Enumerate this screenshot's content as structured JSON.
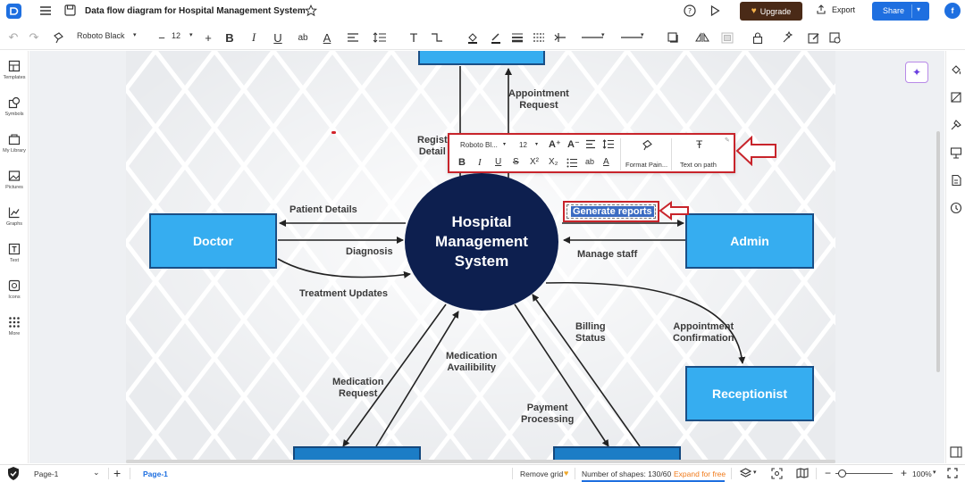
{
  "header": {
    "doc_title": "Data flow diagram for Hospital Management System",
    "upgrade_label": "Upgrade",
    "export_label": "Export",
    "share_label": "Share",
    "avatar_letter": "f"
  },
  "toolbar": {
    "font_name": "Roboto Black",
    "font_size": "12",
    "strike_label": "ab"
  },
  "left_rail": {
    "items": [
      "Templates",
      "Symbols",
      "My Library",
      "Pictures",
      "Graphs",
      "Text",
      "Icons",
      "More"
    ]
  },
  "diagram": {
    "center": {
      "line1": "Hospital",
      "line2": "Management",
      "line3": "System"
    },
    "nodes": {
      "doctor": "Doctor",
      "admin": "Admin",
      "receptionist": "Receptionist"
    },
    "flows": {
      "appointment_request_1": "Appointment",
      "appointment_request_2": "Request",
      "registration_1": "Regist",
      "registration_2": "Detail",
      "patient_details": "Patient Details",
      "diagnosis": "Diagnosis",
      "treatment_updates": "Treatment Updates",
      "generate_reports": "Generate reports",
      "manage_staff": "Manage staff",
      "billing_1": "Billing",
      "billing_2": "Status",
      "appointment_confirmation_1": "Appointment",
      "appointment_confirmation_2": "Confirmation",
      "medication_request_1": "Medication",
      "medication_request_2": "Request",
      "medication_availability_1": "Medication",
      "medication_availability_2": "Availibility",
      "payment_processing_1": "Payment",
      "payment_processing_2": "Processing"
    },
    "colors": {
      "center": "#0d1f4f",
      "node": "#36adf0",
      "node_dark": "#1c7dc6",
      "highlight": "#c8242b"
    }
  },
  "text_toolbar": {
    "font_name": "Roboto Bl...",
    "font_size": "12",
    "strike_label": "ab",
    "format_painter_label": "Format Pain...",
    "text_on_path_label": "Text on path"
  },
  "statusbar": {
    "page_select": "Page-1",
    "page_tab": "Page-1",
    "remove_grid": "Remove grid",
    "shape_count": "Number of shapes: 130/60",
    "expand_label": "Expand for free",
    "zoom": "100%"
  }
}
